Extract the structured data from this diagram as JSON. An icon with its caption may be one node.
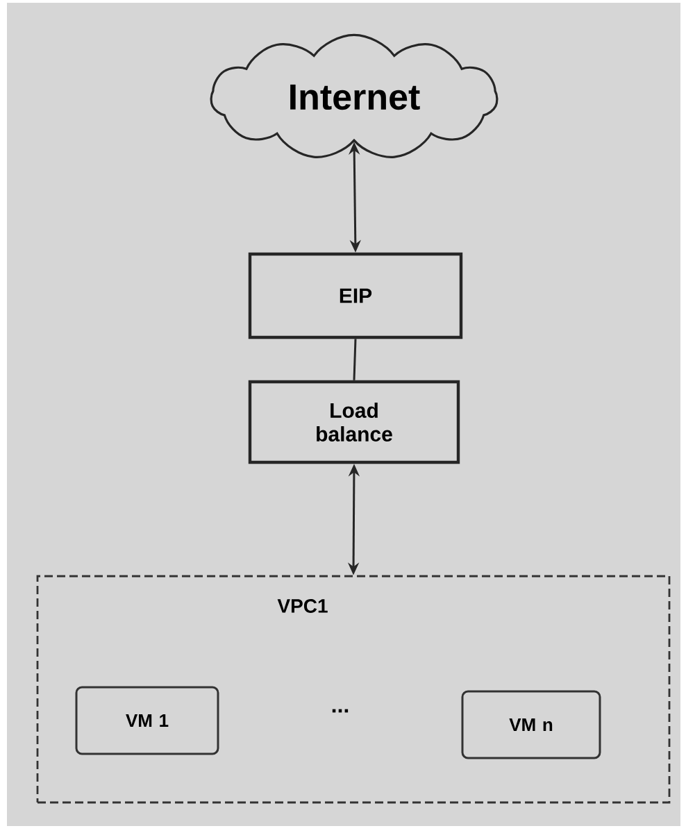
{
  "diagram": {
    "nodes": [
      {
        "text": [
          "Internet"
        ]
      },
      {
        "text": [
          "EIP"
        ]
      },
      {
        "text": [
          "Load balance"
        ]
      },
      {
        "text": [
          "VPC1"
        ]
      },
      {
        "text": [
          "VM 1"
        ],
        "in": 3
      },
      {
        "text": [
          "VM n"
        ],
        "in": 3
      }
    ],
    "edges": [
      {
        "from": 0,
        "to": 1,
        "arrow": "both"
      },
      {
        "from": 1,
        "to": 2,
        "arrow": "none"
      },
      {
        "from": 2,
        "to": 3,
        "arrow": "both"
      }
    ],
    "labels": [
      "..."
    ]
  }
}
